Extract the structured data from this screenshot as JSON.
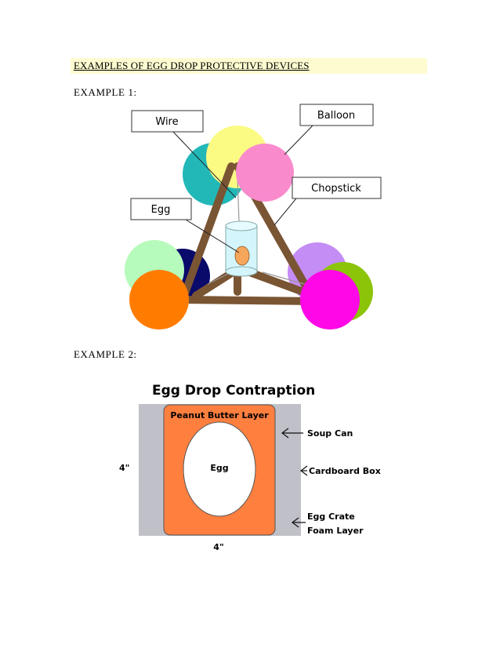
{
  "heading": "EXAMPLES OF EGG DROP PROTECTIVE DEVICES",
  "example1": {
    "label": "EXAMPLE 1:",
    "callouts": {
      "wire": "Wire",
      "balloon": "Balloon",
      "chopstick": "Chopstick",
      "egg": "Egg"
    },
    "colors": {
      "yellow": "#fbfb84",
      "teal": "#22b8b8",
      "pink": "#f98bcd",
      "mint": "#b6fbbb",
      "navy": "#0a0a6a",
      "orange": "#ff7c00",
      "lavender": "#c48cf5",
      "green": "#8cc40a",
      "magenta": "#ff07e6",
      "stick": "#7a5533",
      "cup": "#d4f5fb",
      "egg": "#f5a65b"
    }
  },
  "example2": {
    "label": "EXAMPLE 2:",
    "title": "Egg Drop Contraption",
    "layer_label": "Peanut Butter Layer",
    "egg_label": "Egg",
    "callouts": {
      "soup_can": "Soup Can",
      "cardboard": "Cardboard Box",
      "foam_1": "Egg Crate",
      "foam_2": "Foam Layer"
    },
    "dim_side": "4\"",
    "dim_bottom": "4\"",
    "colors": {
      "box": "#c0c0c8",
      "layer": "#ff7f3f"
    }
  }
}
